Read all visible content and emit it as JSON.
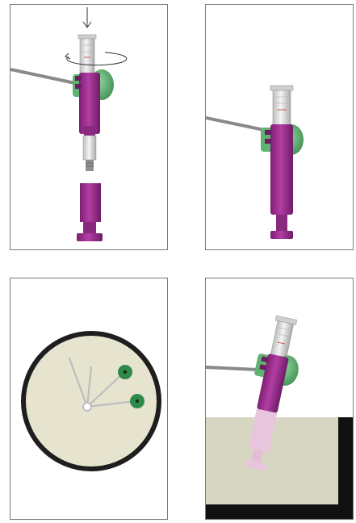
{
  "figure": {
    "panels": [
      {
        "id": "step-1",
        "subject": "device-assembly-pushed-and-rotated-onto-base"
      },
      {
        "id": "step-2",
        "subject": "assembled-device"
      },
      {
        "id": "step-3",
        "subject": "dial-close-up"
      },
      {
        "id": "step-4",
        "subject": "device-tilted-into-container"
      }
    ]
  },
  "colors": {
    "magenta": "#9c2a8e",
    "magenta_dark": "#6e1c66",
    "magenta_light": "#c24fb5",
    "green": "#5db36f",
    "green_dark": "#3b8a4f",
    "silver": "#d9d9d9",
    "silver_dark": "#9a9a9a",
    "rod": "#9e9e9e",
    "dial_face": "#e6e4cf",
    "dial_rim": "#1e1e1e",
    "container_fill": "#d7d6c2",
    "container_wall": "#111111",
    "faded_pink": "#e7c6dd",
    "red_mark": "#c0392b"
  }
}
